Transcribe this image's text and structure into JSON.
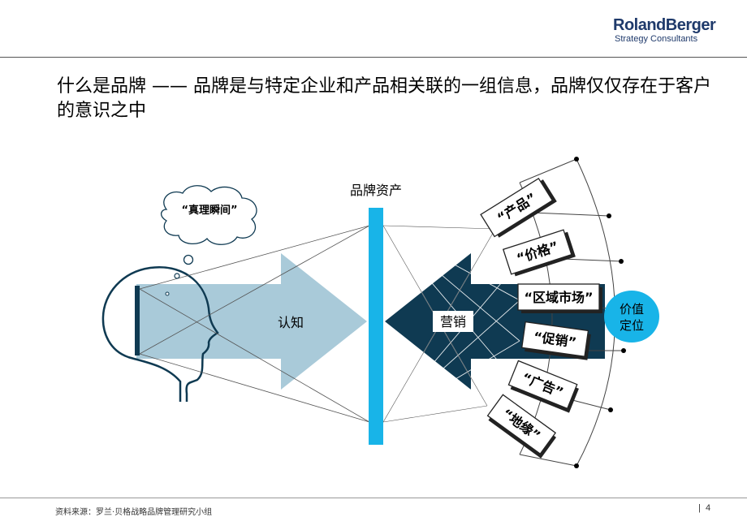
{
  "header": {
    "logo_brand": "RolandBerger",
    "logo_sub": "Strategy Consultants"
  },
  "title": "什么是品牌 —— 品牌是与特定企业和产品相关联的一组信息，品牌仅仅存在于客户的意识之中",
  "diagram": {
    "thought_bubble": "“真理瞬间”",
    "left_arrow_label": "认知",
    "bar_label": "品牌资产",
    "right_arrow_label": "营销",
    "target_label_line1": "价值",
    "target_label_line2": "定位",
    "items": [
      "“产品”",
      "“价格”",
      "“区域市场”",
      "“促销”",
      "“广告”",
      "“地缘”"
    ]
  },
  "colors": {
    "left_arrow": "#a9cad9",
    "right_arrow": "#0f3a52",
    "bar": "#18b4e8",
    "target": "#18b4e8",
    "logo": "#1f3a6b"
  },
  "footer": {
    "source": "资料来源：罗兰·贝格战略品牌管理研究小组",
    "page": "4"
  }
}
